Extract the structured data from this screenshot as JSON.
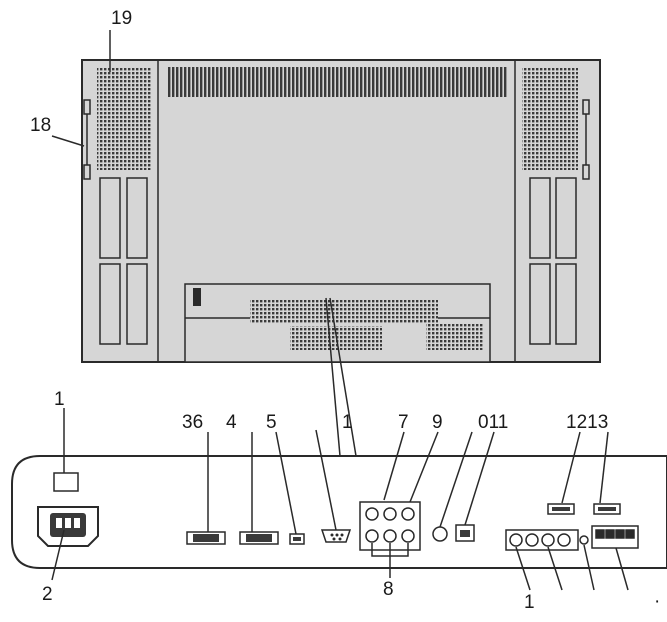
{
  "diagram": {
    "callouts": {
      "c19": "19",
      "c18": "18",
      "c1_top": "1",
      "c36": "36",
      "c4": "4",
      "c5": "5",
      "c1_mid": "1",
      "c7": "7",
      "c9": "9",
      "c011": "011",
      "c1213": "1213",
      "c2": "2",
      "c8": "8",
      "c1_bottom": "1",
      "c_edge": "·"
    },
    "colors": {
      "panel_fill": "#d6d6d6",
      "outline": "#2a2a2a",
      "vent": "#3a3a3a",
      "white": "#ffffff"
    }
  }
}
